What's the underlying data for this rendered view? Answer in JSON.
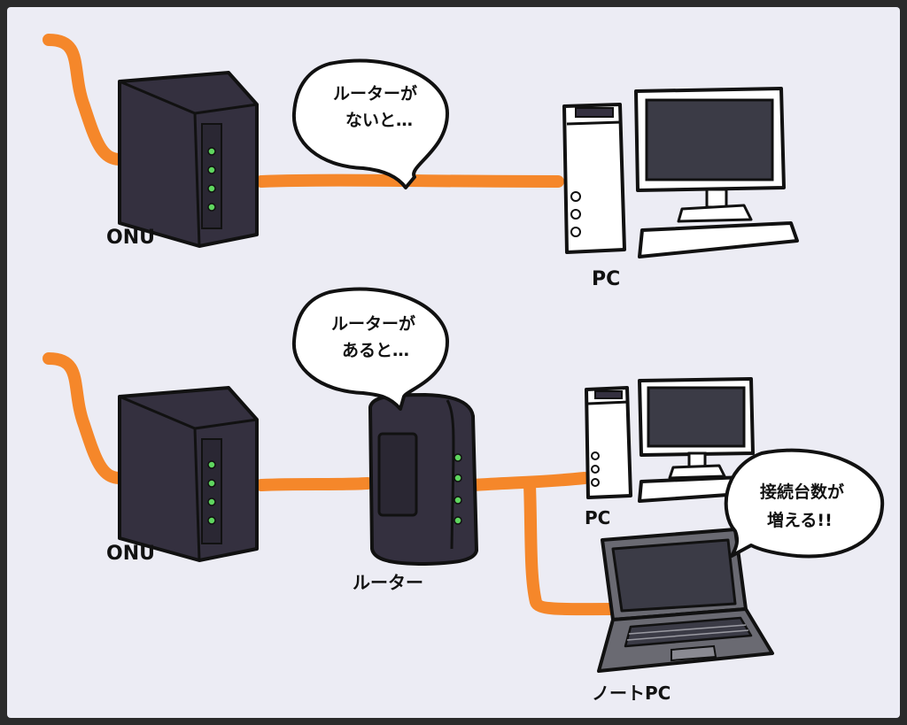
{
  "colors": {
    "background": "#ececf4",
    "frame": "#2b2b2b",
    "cable": "#f5872a",
    "device_dark": "#34303f",
    "outline": "#111111",
    "led": "#5fd65f",
    "screen": "#3b3b46",
    "white": "#ffffff"
  },
  "top_scene": {
    "onu_label": "ONU",
    "pc_label": "PC",
    "bubble_line1": "ルーターが",
    "bubble_line2": "ないと…"
  },
  "bottom_scene": {
    "onu_label": "ONU",
    "router_label": "ルーター",
    "pc_label": "PC",
    "laptop_label": "ノートPC",
    "router_bubble_line1": "ルーターが",
    "router_bubble_line2": "あると…",
    "laptop_bubble_line1": "接続台数が",
    "laptop_bubble_line2": "増える!!"
  },
  "icons": [
    "onu-icon",
    "pc-tower-icon",
    "monitor-icon",
    "keyboard-icon",
    "router-icon",
    "laptop-icon",
    "speech-bubble-icon"
  ]
}
